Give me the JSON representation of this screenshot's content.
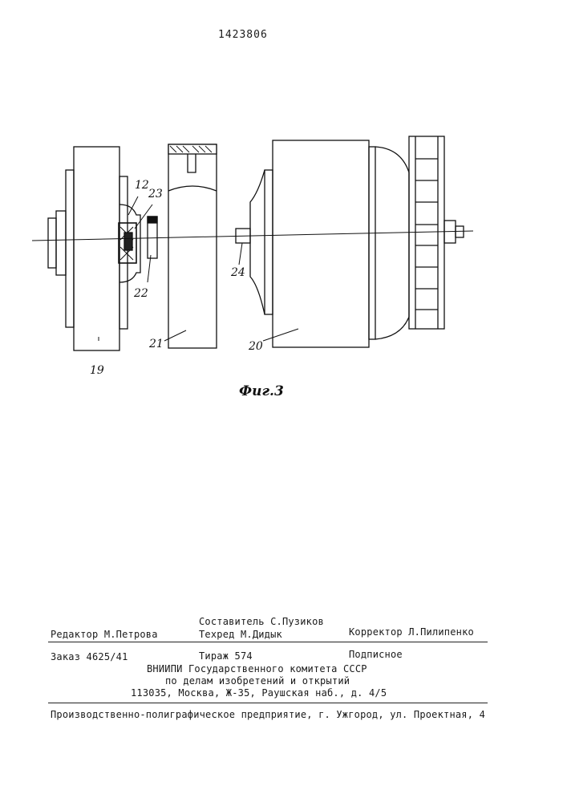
{
  "header": {
    "patent_number": "1423806"
  },
  "figure": {
    "caption": "Фиг.3",
    "labels": {
      "l12": "12",
      "l23": "23",
      "l22": "22",
      "l19": "19",
      "l21": "21",
      "l24": "24",
      "l20": "20"
    }
  },
  "imprint": {
    "compiler": "Составитель С.Пузиков",
    "editor": "Редактор М.Петрова",
    "techred": "Техред М.Дидык",
    "corrector": "Корректор Л.Пилипенко",
    "order": "Заказ 4625/41",
    "circulation": "Тираж 574",
    "subscription": "Подписное",
    "org_line1": "ВНИИПИ Государственного комитета СССР",
    "org_line2": "по делам изобретений и открытий",
    "org_line3": "113035, Москва, Ж-35, Раушская наб., д. 4/5",
    "printer": "Производственно-полиграфическое предприятие, г. Ужгород, ул. Проектная, 4"
  }
}
